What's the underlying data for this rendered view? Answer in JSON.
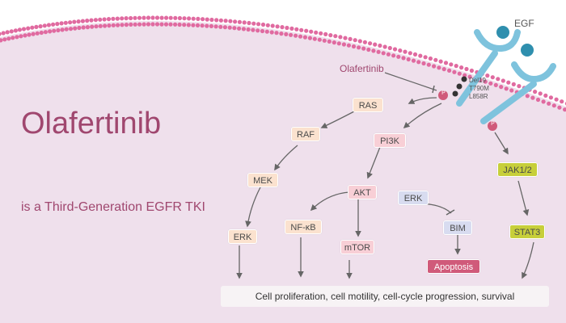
{
  "title": "Olafertinib",
  "subtitle": "is a Third-Generation EGFR TKI",
  "ligand": "EGF",
  "drug": "Olafertinib",
  "mutations": [
    "Del19",
    "T790M",
    "L858R"
  ],
  "phospho": "P",
  "nodes": {
    "ras": "RAS",
    "raf": "RAF",
    "mek": "MEK",
    "erk_left": "ERK",
    "pi3k": "PI3K",
    "akt": "AKT",
    "nfkb": "NF-κB",
    "mtor": "mTOR",
    "erk_mid": "ERK",
    "bim": "BIM",
    "apoptosis": "Apoptosis",
    "jak": "JAK1/2",
    "stat3": "STAT3"
  },
  "outcome": "Cell proliferation, cell motility, cell-cycle progression, survival",
  "colors": {
    "cell_bg": "#efe0ec",
    "membrane_dots": "#e06aa0",
    "receptor": "#7ec3dd",
    "ligand_ball": "#2f8fae",
    "title": "#a0476f",
    "arrow": "#666666"
  }
}
